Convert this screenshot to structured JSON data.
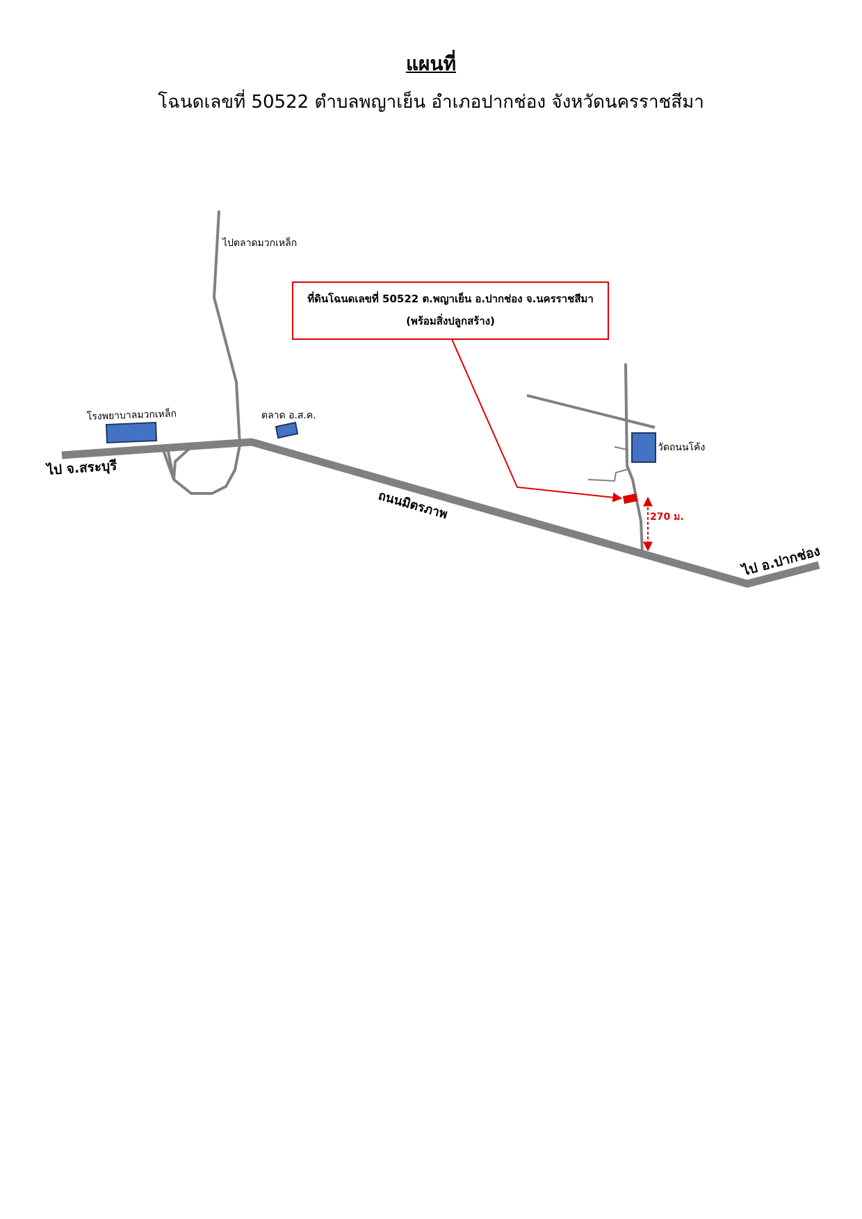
{
  "title": "แผนที่",
  "subtitle": "โฉนดเลขที่ 50522 ตำบลพญาเย็น อำเภอปากช่อง จังหวัดนครราชสีมา",
  "callout": {
    "line1": "ที่ดินโฉนดเลขที่ 50522 ต.พญาเย็น อ.ปากช่อง จ.นครราชสีมา",
    "line2": "(พร้อมสิ่งปลูกสร้าง)"
  },
  "labels": {
    "to_muak_lek_market": "ไปตลาดมวกเหล็ก",
    "hospital": "โรงพยาบาลมวกเหล็ก",
    "market": "ตลาด อ.ส.ค.",
    "temple": "วัดถนนโค้ง",
    "to_saraburi": "ไป จ.สระบุรี",
    "road_name": "ถนนมิตรภาพ",
    "to_pak_chong": "ไป อ.ปากช่อง",
    "distance": "270 ม."
  },
  "colors": {
    "road": "#808080",
    "building": "#4472c4",
    "building_border": "#1f3864",
    "marker": "#e00000"
  }
}
